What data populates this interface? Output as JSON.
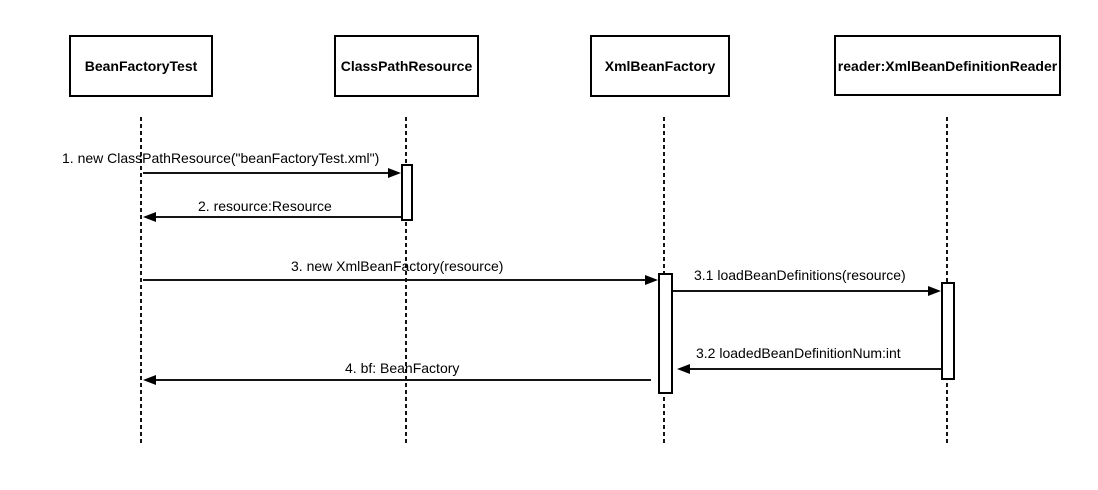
{
  "diagram": {
    "type": "uml-sequence-diagram",
    "background_color": "#ffffff",
    "line_color": "#141414",
    "actors": [
      {
        "label": "BeanFactoryTest"
      },
      {
        "label": "ClassPathResource"
      },
      {
        "label": "XmlBeanFactory"
      },
      {
        "label": "reader:XmlBeanDefinitionReader"
      }
    ],
    "messages": [
      {
        "label": "1. new ClassPathResource(\"beanFactoryTest.xml\")",
        "from": "BeanFactoryTest",
        "to": "ClassPathResource",
        "direction": "right"
      },
      {
        "label": "2. resource:Resource",
        "from": "ClassPathResource",
        "to": "BeanFactoryTest",
        "direction": "left"
      },
      {
        "label": "3. new XmlBeanFactory(resource)",
        "from": "BeanFactoryTest",
        "to": "XmlBeanFactory",
        "direction": "right"
      },
      {
        "label": "3.1 loadBeanDefinitions(resource)",
        "from": "XmlBeanFactory",
        "to": "reader:XmlBeanDefinitionReader",
        "direction": "right"
      },
      {
        "label": "3.2 loadedBeanDefinitionNum:int",
        "from": "reader:XmlBeanDefinitionReader",
        "to": "XmlBeanFactory",
        "direction": "left"
      },
      {
        "label": "4. bf: BeanFactory",
        "from": "XmlBeanFactory",
        "to": "BeanFactoryTest",
        "direction": "left"
      }
    ]
  }
}
